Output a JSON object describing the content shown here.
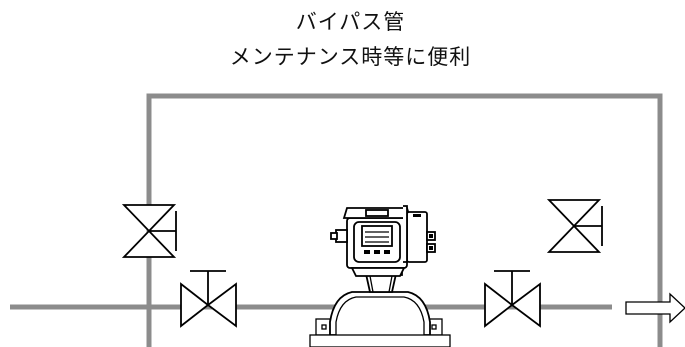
{
  "caption": {
    "line1": "バイパス管",
    "line2": "メンテナンス時等に便利"
  },
  "colors": {
    "pipe": "#8c8c8c",
    "ink": "#000000",
    "background": "#ffffff"
  },
  "icons": [
    "bypass-pipe",
    "main-pipe",
    "bypass-valve-left-icon",
    "bypass-valve-right-icon",
    "inlet-valve-icon",
    "outlet-valve-icon",
    "flowmeter-transmitter-icon",
    "flowmeter-body-icon",
    "flow-direction-arrow-icon"
  ]
}
